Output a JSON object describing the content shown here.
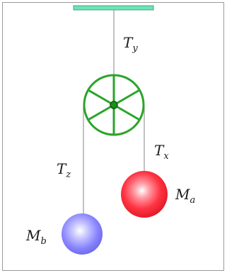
{
  "diagram": {
    "labels": {
      "tension_y": {
        "main": "T",
        "sub": "y"
      },
      "tension_x": {
        "main": "T",
        "sub": "x"
      },
      "tension_z": {
        "main": "T",
        "sub": "z"
      },
      "mass_a": {
        "main": "M",
        "sub": "a"
      },
      "mass_b": {
        "main": "M",
        "sub": "b"
      }
    },
    "colors": {
      "ceiling": "#6fe3b8",
      "ceiling_stroke": "#3fa883",
      "pulley": "#2aa52a",
      "rope": "#9a9a9a",
      "mass_a": "#ff2f3e",
      "mass_b": "#7e7bff",
      "frame_border": "#9a9a9a"
    }
  }
}
